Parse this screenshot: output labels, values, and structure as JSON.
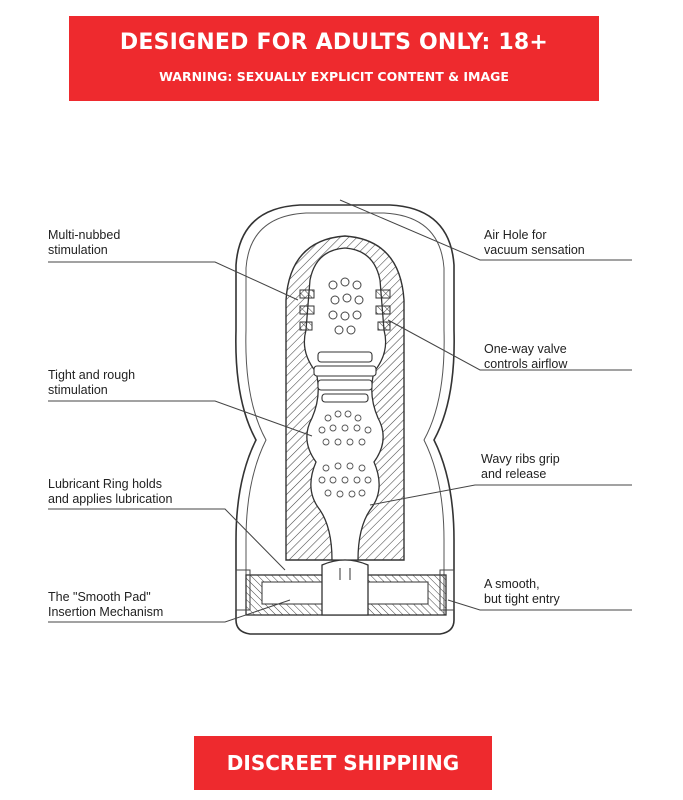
{
  "banner_top": {
    "headline": "DESIGNED FOR ADULTS ONLY: 18+",
    "subline": "WARNING: SEXUALLY EXPLICIT CONTENT & IMAGE",
    "color": "#ee2a2e"
  },
  "diagram": {
    "labels": {
      "multi_nubbed": "Multi-nubbed\nstimulation",
      "tight_rough": "Tight and rough\nstimulation",
      "lubricant_ring": "Lubricant Ring holds\nand applies lubrication",
      "smooth_pad": "The \"Smooth Pad\"\nInsertion Mechanism",
      "air_hole": "Air Hole for\nvacuum sensation",
      "one_way_valve": "One-way valve\ncontrols airflow",
      "wavy_ribs": "Wavy ribs grip\nand release",
      "smooth_entry": "A smooth,\nbut tight entry"
    }
  },
  "banner_bottom": {
    "label": "DISCREET SHIPPIING"
  }
}
